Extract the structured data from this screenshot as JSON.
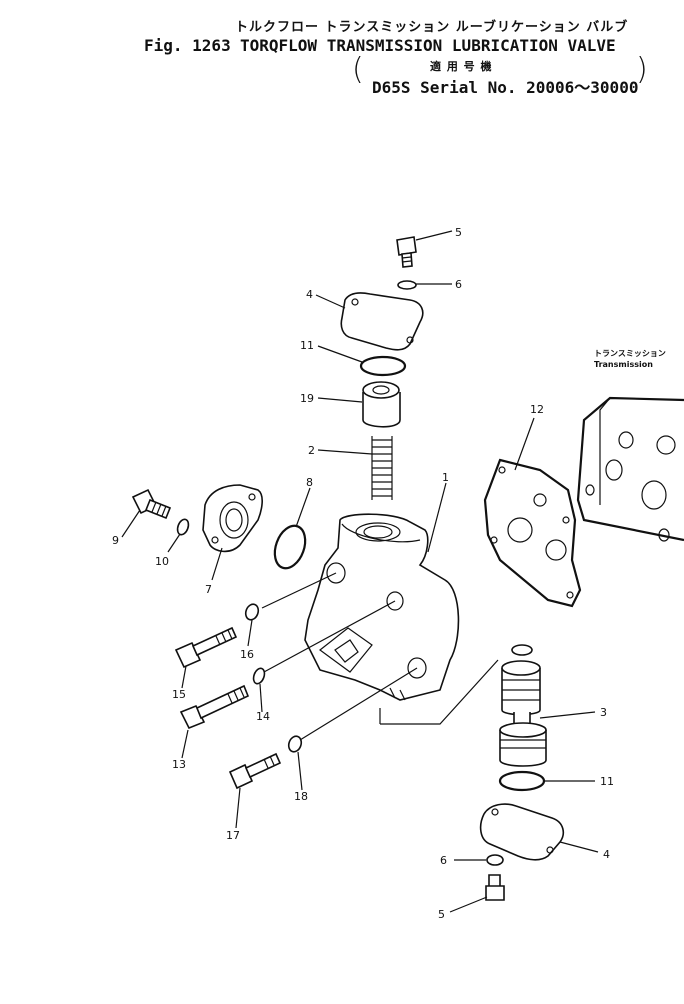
{
  "header": {
    "jp_title": "トルクフロー トランスミッション ルーブリケーション バルブ",
    "fig_label": "Fig. 1263",
    "title": "TORQFLOW TRANSMISSION LUBRICATION VALVE",
    "jp_applicable": "適 用 号 機",
    "serial": "D65S Serial No. 20006～30000"
  },
  "notes": {
    "transmission_jp": "トランスミッション",
    "transmission_en": "Transmission"
  },
  "callouts": [
    {
      "id": "c5-top",
      "label": "5"
    },
    {
      "id": "c6-top",
      "label": "6"
    },
    {
      "id": "c4-top",
      "label": "4"
    },
    {
      "id": "c11-top",
      "label": "11"
    },
    {
      "id": "c19",
      "label": "19"
    },
    {
      "id": "c2",
      "label": "2"
    },
    {
      "id": "c12",
      "label": "12"
    },
    {
      "id": "c8",
      "label": "8"
    },
    {
      "id": "c1",
      "label": "1"
    },
    {
      "id": "c9",
      "label": "9"
    },
    {
      "id": "c10",
      "label": "10"
    },
    {
      "id": "c7",
      "label": "7"
    },
    {
      "id": "c16",
      "label": "16"
    },
    {
      "id": "c15",
      "label": "15"
    },
    {
      "id": "c14",
      "label": "14"
    },
    {
      "id": "c13",
      "label": "13"
    },
    {
      "id": "c3",
      "label": "3"
    },
    {
      "id": "c11-bot",
      "label": "11"
    },
    {
      "id": "c18",
      "label": "18"
    },
    {
      "id": "c17",
      "label": "17"
    },
    {
      "id": "c4-bot",
      "label": "4"
    },
    {
      "id": "c6-bot",
      "label": "6"
    },
    {
      "id": "c5-bot",
      "label": "5"
    }
  ]
}
